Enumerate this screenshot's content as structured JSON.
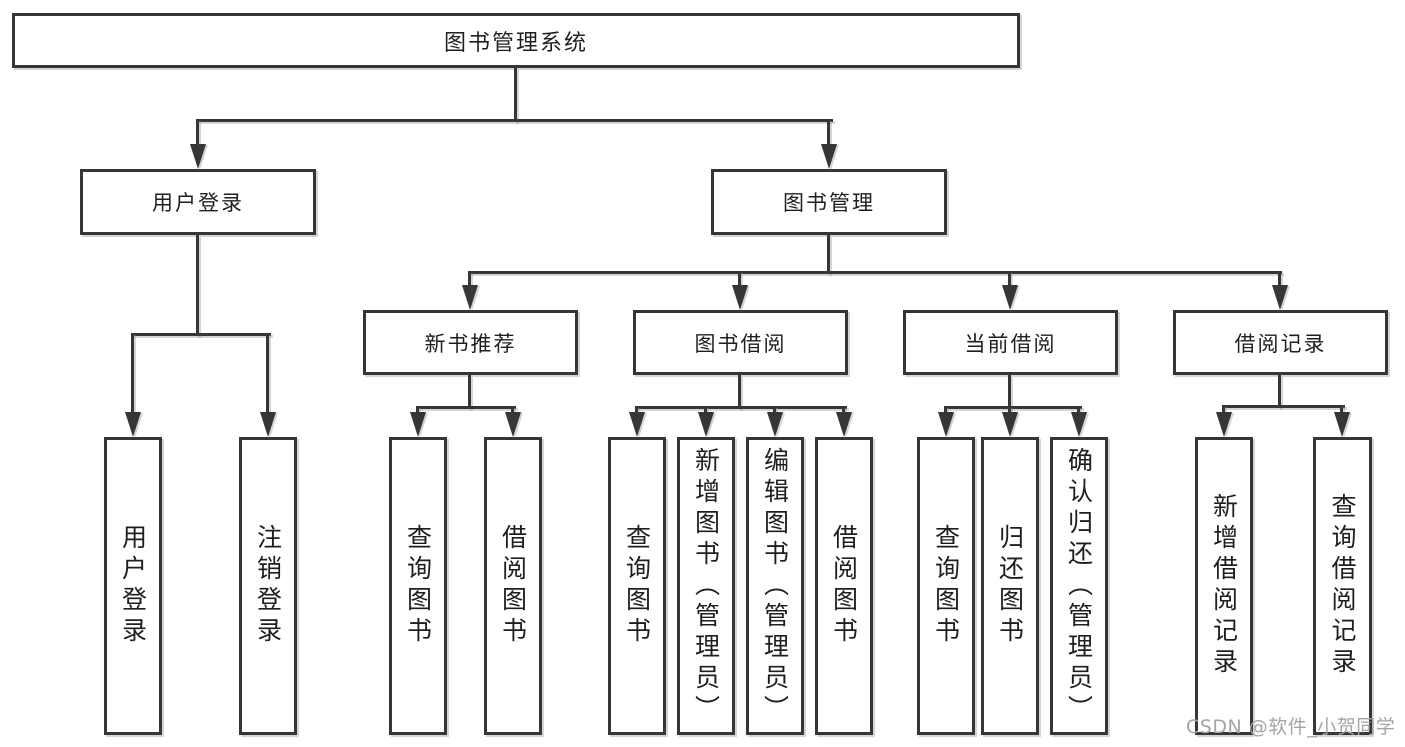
{
  "diagram_type": "hierarchy-tree",
  "colors": {
    "line": "#363636",
    "text": "#1f1f1f",
    "box_background": "#ffffff",
    "page_background": "#ffffff",
    "watermark": "#a5a5a5"
  },
  "tree": {
    "label": "图书管理系统",
    "children": [
      {
        "label": "用户登录",
        "children": [
          {
            "label": "用户登录"
          },
          {
            "label": "注销登录"
          }
        ]
      },
      {
        "label": "图书管理",
        "children": [
          {
            "label": "新书推荐",
            "children": [
              {
                "label": "查询图书"
              },
              {
                "label": "借阅图书"
              }
            ]
          },
          {
            "label": "图书借阅",
            "children": [
              {
                "label": "查询图书"
              },
              {
                "label": "新增图书（管理员）"
              },
              {
                "label": "编辑图书（管理员）"
              },
              {
                "label": "借阅图书"
              }
            ]
          },
          {
            "label": "当前借阅",
            "children": [
              {
                "label": "查询图书"
              },
              {
                "label": "归还图书"
              },
              {
                "label": "确认归还（管理员）"
              }
            ]
          },
          {
            "label": "借阅记录",
            "children": [
              {
                "label": "新增借阅记录"
              },
              {
                "label": "查询借阅记录"
              }
            ]
          }
        ]
      }
    ]
  },
  "watermark": {
    "text": "CSDN @软件_小贺同学"
  }
}
